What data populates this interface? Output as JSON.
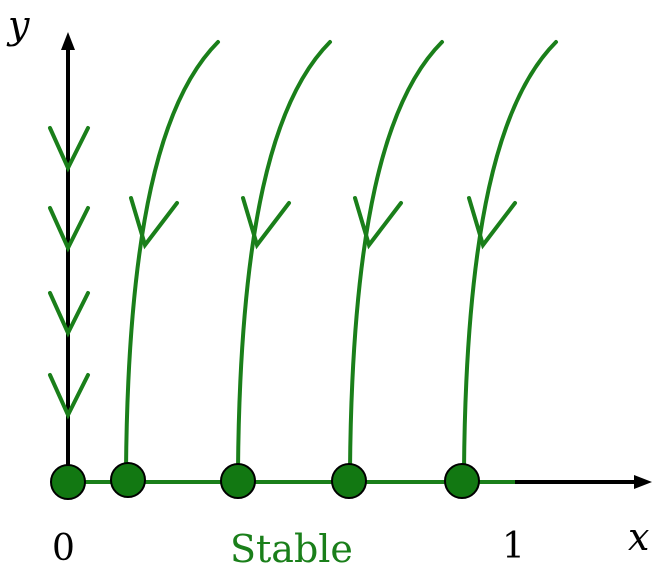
{
  "axes": {
    "x_label": "x",
    "y_label": "y",
    "origin_label": "0",
    "x_one_label": "1"
  },
  "stable_label": "Stable",
  "colors": {
    "flow": "#1a7f1a",
    "fixed_point": "#127812",
    "axis": "#000000",
    "stable_text": "#1a7f1a"
  }
}
